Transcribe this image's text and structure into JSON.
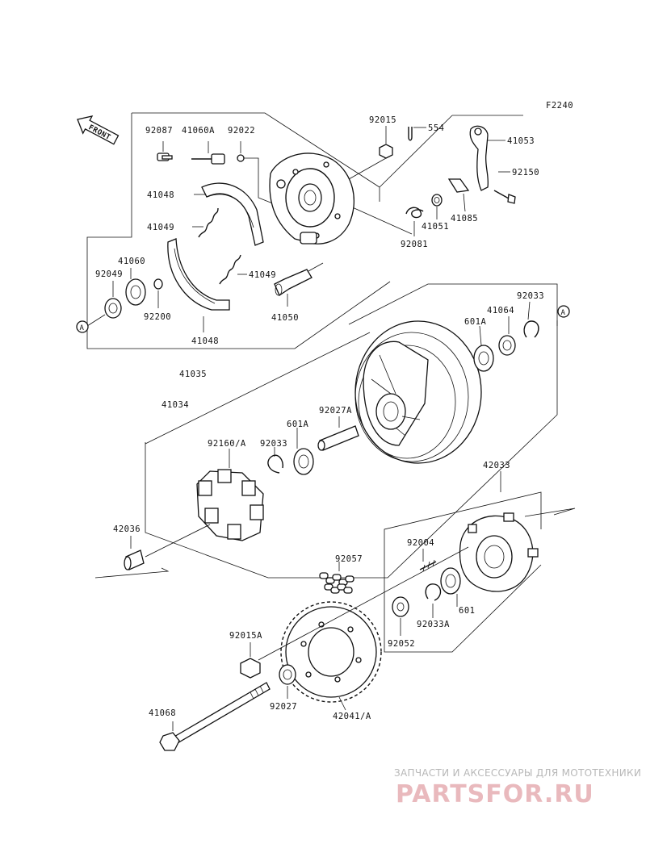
{
  "figure_code": "F2240",
  "front_badge": "FRONT",
  "callouts": {
    "left": "A",
    "right": "A"
  },
  "parts": {
    "p92087": "92087",
    "p41060A": "41060A",
    "p92022": "92022",
    "p92015": "92015",
    "p554": "554",
    "p41053": "41053",
    "p92150": "92150",
    "p41085": "41085",
    "p41051": "41051",
    "p92081": "92081",
    "p41048a": "41048",
    "p41049a": "41049",
    "p41060": "41060",
    "p92049": "92049",
    "p92200": "92200",
    "p41049b": "41049",
    "p41050": "41050",
    "p41048b": "41048",
    "p41035": "41035",
    "p92033a": "92033",
    "p41064": "41064",
    "p601A_a": "601A",
    "p41034": "41034",
    "p92160A": "92160/A",
    "p92033b": "92033",
    "p601A_b": "601A",
    "p92027A": "92027A",
    "p42033": "42033",
    "p42036": "42036",
    "p92004": "92004",
    "p92057": "92057",
    "p601": "601",
    "p92033A": "92033A",
    "p92052": "92052",
    "p92015A": "92015A",
    "p92027": "92027",
    "p42041A": "42041/A",
    "p41068": "41068"
  },
  "watermark": {
    "tagline": "ЗАПЧАСТИ И АКСЕССУАРЫ ДЛЯ МОТОТЕХНИКИ",
    "logo": "PARTSFOR.RU"
  }
}
